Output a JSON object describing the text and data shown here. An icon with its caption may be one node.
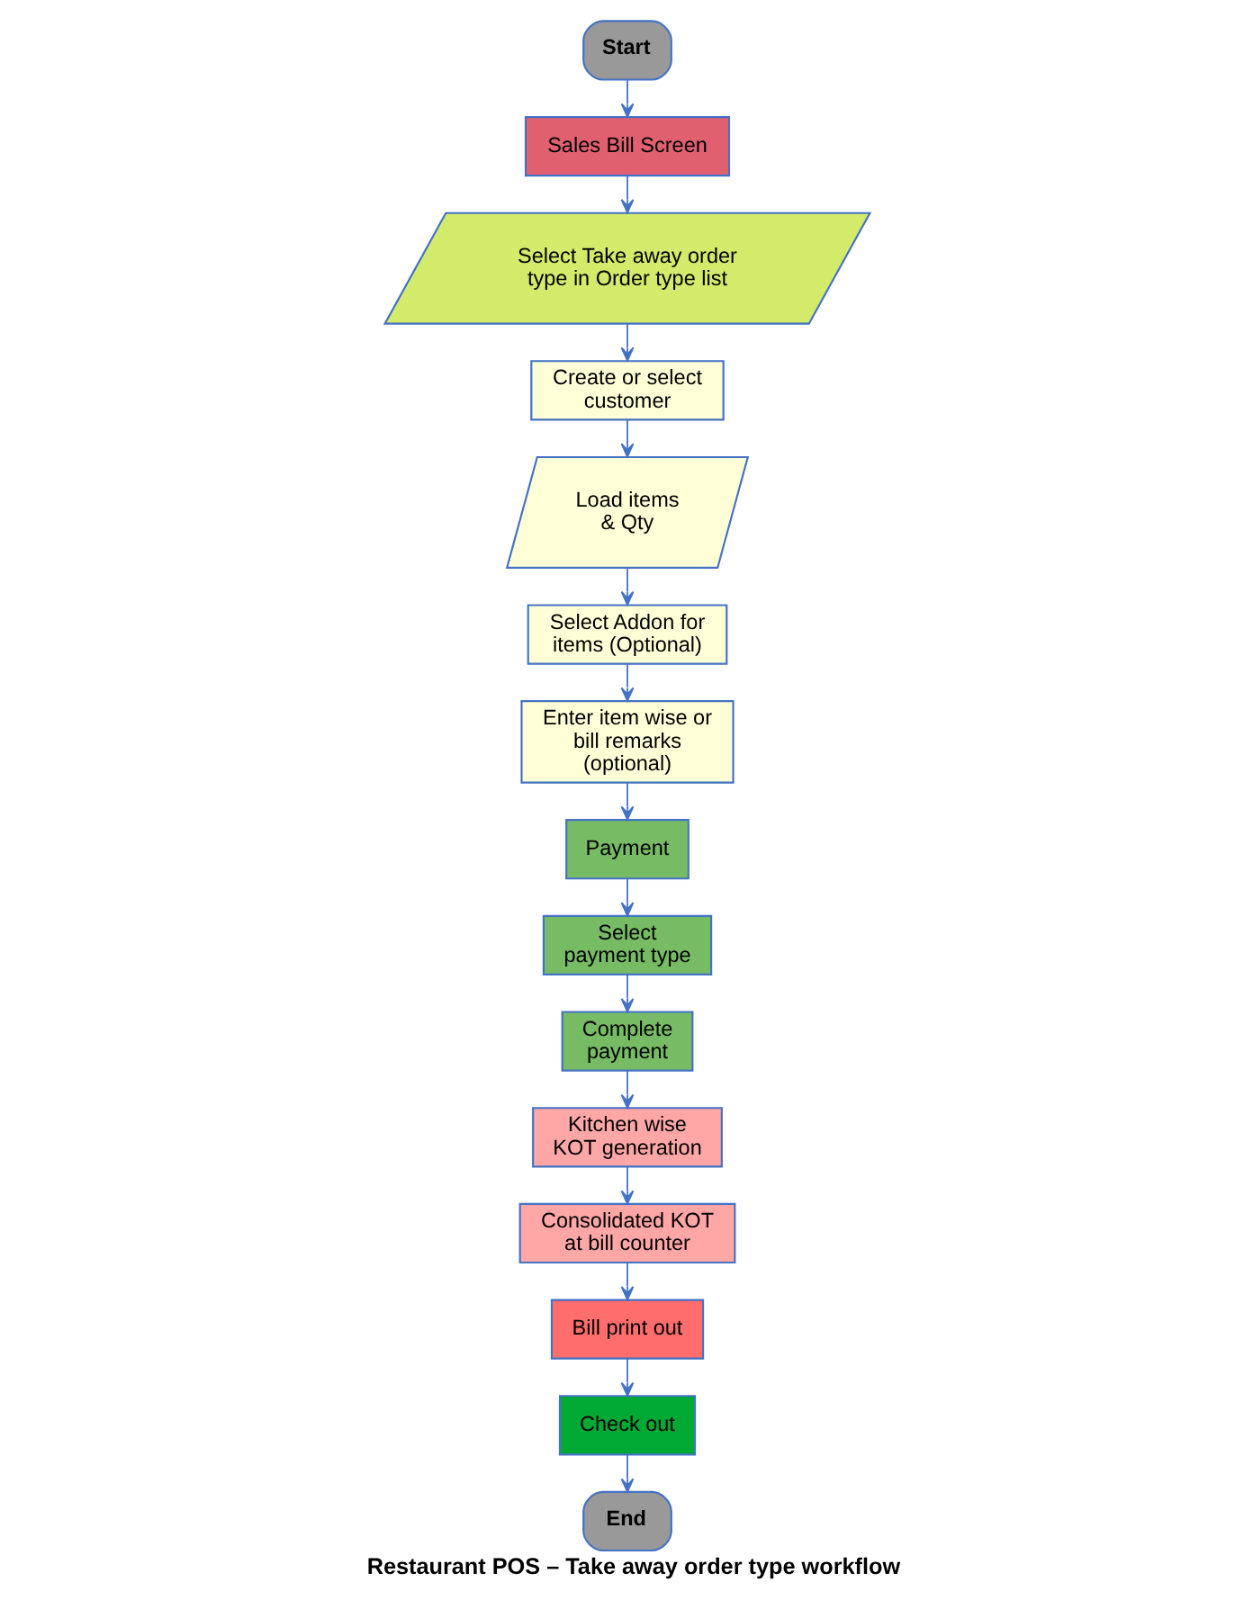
{
  "diagram": {
    "caption": "Restaurant POS – Take away order type workflow",
    "nodes": [
      {
        "text": [
          "Start"
        ]
      },
      {
        "text": [
          "Sales Bill Screen"
        ]
      },
      {
        "text": [
          "Select Take away order type in Order type list"
        ]
      },
      {
        "text": [
          "Create or select customer"
        ]
      },
      {
        "text": [
          "Load items & Qty"
        ]
      },
      {
        "text": [
          "Select Addon for items (Optional)"
        ]
      },
      {
        "text": [
          "Enter item wise or bill remarks (optional)"
        ]
      },
      {
        "text": [
          "Payment"
        ]
      },
      {
        "text": [
          "Select payment type"
        ]
      },
      {
        "text": [
          "Complete payment"
        ]
      },
      {
        "text": [
          "Kitchen wise KOT generation"
        ]
      },
      {
        "text": [
          "Consolidated KOT at bill counter"
        ]
      },
      {
        "text": [
          "Bill print out"
        ]
      },
      {
        "text": [
          "Check out"
        ]
      },
      {
        "text": [
          "End"
        ]
      }
    ],
    "edges": [
      {
        "from": 0,
        "to": 1,
        "arrow": "to"
      },
      {
        "from": 1,
        "to": 2,
        "arrow": "to"
      },
      {
        "from": 2,
        "to": 3,
        "arrow": "to"
      },
      {
        "from": 3,
        "to": 4,
        "arrow": "to"
      },
      {
        "from": 4,
        "to": 5,
        "arrow": "to"
      },
      {
        "from": 5,
        "to": 6,
        "arrow": "to"
      },
      {
        "from": 6,
        "to": 7,
        "arrow": "to"
      },
      {
        "from": 7,
        "to": 8,
        "arrow": "to"
      },
      {
        "from": 8,
        "to": 9,
        "arrow": "to"
      },
      {
        "from": 9,
        "to": 10,
        "arrow": "to"
      },
      {
        "from": 10,
        "to": 11,
        "arrow": "to"
      },
      {
        "from": 11,
        "to": 12,
        "arrow": "to"
      },
      {
        "from": 12,
        "to": 13,
        "arrow": "to"
      },
      {
        "from": 13,
        "to": 14,
        "arrow": "to"
      }
    ]
  }
}
